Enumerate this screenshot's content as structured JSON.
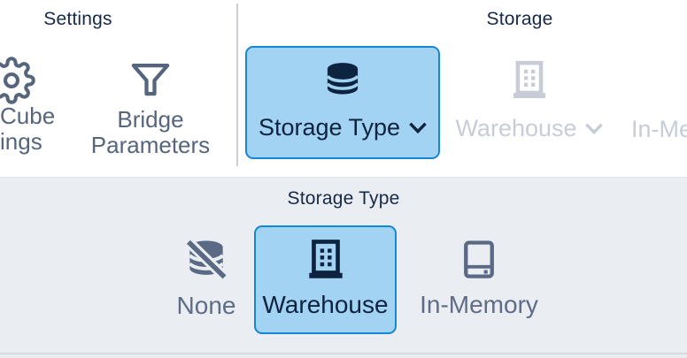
{
  "ribbon": {
    "groups": [
      {
        "label": "Settings"
      },
      {
        "label": "Storage"
      }
    ],
    "buttons": {
      "cube_settings": {
        "line1": "Cube",
        "line2": "ings",
        "icon": "gear-icon",
        "note_cropped_at_left_edge": true
      },
      "bridge_parameters": {
        "line1": "Bridge",
        "line2": "Parameters",
        "icon": "funnel-icon"
      },
      "storage_type": {
        "label": "Storage Type",
        "icon": "database-icon",
        "state": "selected",
        "has_chevron": true
      },
      "warehouse": {
        "label": "Warehouse",
        "icon": "building-icon",
        "state": "disabled",
        "has_chevron": true
      },
      "in_memory": {
        "label": "In-Memory",
        "icon": "memory-icon",
        "state": "disabled",
        "note_cropped_at_right_edge": true
      }
    }
  },
  "dropdown": {
    "title": "Storage Type",
    "options": [
      {
        "label": "None",
        "icon": "database-slash-icon",
        "selected": false
      },
      {
        "label": "Warehouse",
        "icon": "building-icon",
        "selected": true
      },
      {
        "label": "In-Memory",
        "icon": "memory-icon",
        "selected": false
      }
    ]
  },
  "colors": {
    "selection_fill": "#A3D3F2",
    "selection_border": "#1686D6",
    "heading_navy": "#16294A",
    "selected_text_navy": "#0D2340",
    "icon_slate": "#5A6A85",
    "disabled_gray": "#C7CCD7",
    "panel_background": "#EAEEF2",
    "ribbon_background": "#FFFFFF"
  }
}
